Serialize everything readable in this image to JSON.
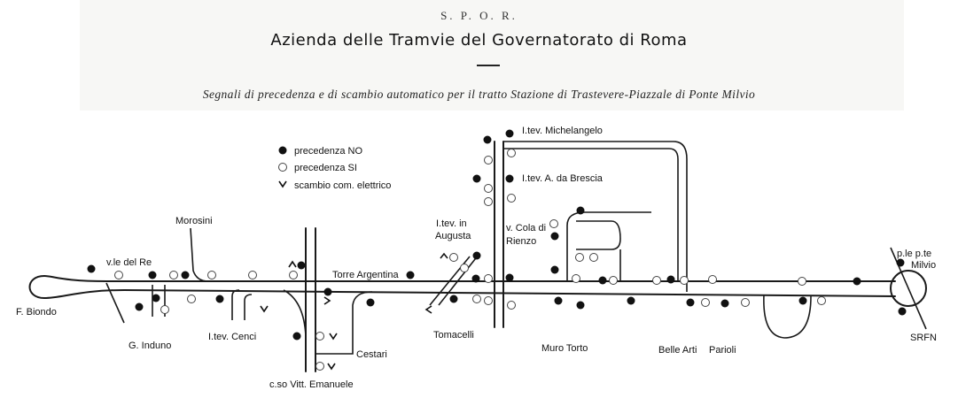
{
  "header": {
    "line1": "S. P. O. R.",
    "line2": "Azienda delle Tramvie del Governatorato di Roma",
    "line3": "Segnali di precedenza e di scambio automatico per il tratto Stazione di Trastevere-Piazzale di Ponte Milvio"
  },
  "legend": {
    "no": "precedenza NO",
    "si": "precedenza SI",
    "switch": "scambio com. elettrico"
  },
  "labels": {
    "biondo": "F. Biondo",
    "vle_re": "v.le del Re",
    "induno": "G. Induno",
    "morosini": "Morosini",
    "cenci": "I.tev. Cenci",
    "vitt": "c.so Vitt. Emanuele",
    "argentina": "Torre Argentina",
    "cestari": "Cestari",
    "augusta1": "I.tev. in",
    "augusta2": "Augusta",
    "tomacelli": "Tomacelli",
    "michelangelo": "I.tev. Michelangelo",
    "brescia": "I.tev. A. da Brescia",
    "cola1": "v. Cola di",
    "cola2": "Rienzo",
    "muro": "Muro Torto",
    "bellearti": "Belle Arti",
    "parioli": "Parioli",
    "milvio1": "p.le p.te",
    "milvio2": "Milvio",
    "srfn": "SRFN"
  },
  "colors": {
    "ink": "#111111",
    "header_bg": "#f7f7f5"
  }
}
